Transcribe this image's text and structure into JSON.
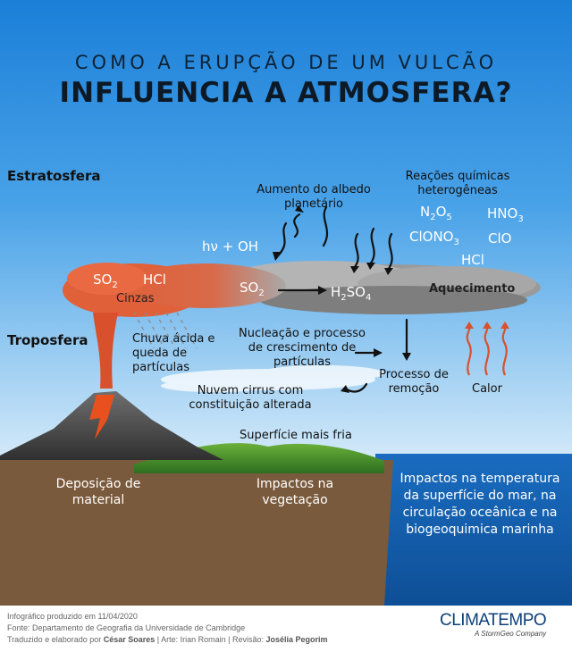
{
  "title": {
    "line1": "COMO A ERUPÇÃO DE UM VULCÃO",
    "line2": "INFLUENCIA A ATMOSFERA?"
  },
  "layers": {
    "stratosphere": "Estratosfera",
    "troposphere": "Troposfera"
  },
  "labels": {
    "albedo": "Aumento do albedo planetário",
    "reactions": "Reações químicas heterogêneas",
    "hv_oh": "hν + OH",
    "cinzas": "Cinzas",
    "aquecimento": "Aquecimento",
    "chuva": "Chuva ácida e queda de partículas",
    "nucleacao": "Nucleação e processo de crescimento de partículas",
    "processo_remocao": "Processo de remoção",
    "calor": "Calor",
    "nuvem_cirrus": "Nuvem cirrus com constituição alterada",
    "superficie_fria": "Superfície mais fria",
    "deposicao": "Deposição de material",
    "impactos_vegetacao": "Impactos na vegetação",
    "impactos_mar": "Impactos na temperatura da superfície do mar, na circulação oceânica e na biogeoquimica marinha"
  },
  "chemistry": {
    "so2_plume": {
      "base": "SO",
      "sub": "2"
    },
    "hcl_plume": "HCl",
    "so2_cloud": {
      "base": "SO",
      "sub": "2"
    },
    "h2so4": {
      "p1": "H",
      "s1": "2",
      "p2": "SO",
      "s2": "4"
    },
    "n2o5": {
      "p1": "N",
      "s1": "2",
      "p2": "O",
      "s2": "5"
    },
    "hno3": {
      "base": "HNO",
      "sub": "3"
    },
    "clono3": {
      "base": "ClONO",
      "sub": "3"
    },
    "clo": "ClO",
    "hcl_strat": "HCl"
  },
  "footer": {
    "line1": "Infográfico produzido em 11/04/2020",
    "line2": "Fonte: Departamento de Geografia da Universidade de Cambridge",
    "line3_a": "Traduzido e elaborado por ",
    "line3_name1": "César Soares",
    "line3_b": " | Arte: Irian Romain  | Revisão: ",
    "line3_name2": "Josélia Pegorim"
  },
  "brand": {
    "name": "CLIMATEMPO",
    "tagline": "A StormGeo Company"
  },
  "colors": {
    "sky_top": "#1b7fd8",
    "sky_bottom": "#cfe6f7",
    "ground": "#7a5a3c",
    "sea": "#1560b0",
    "grass": "#3f8a2a",
    "plume": "#e0603a",
    "lava": "#e8501e",
    "cloud_gray": "#8e8e8e"
  }
}
